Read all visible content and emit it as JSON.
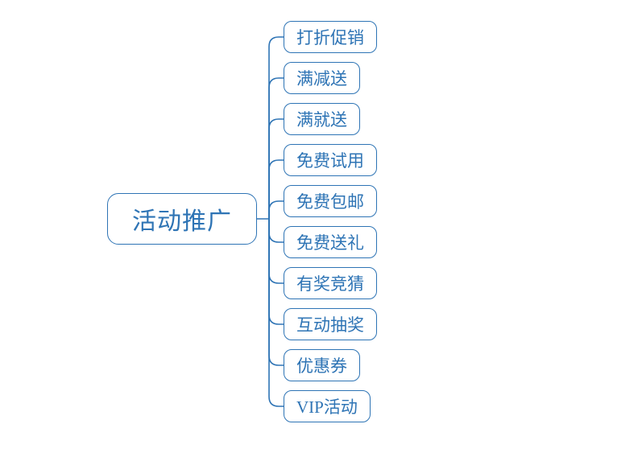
{
  "diagram": {
    "type": "mindmap",
    "root": {
      "label": "活动推广"
    },
    "children": [
      {
        "label": "打折促销"
      },
      {
        "label": "满减送"
      },
      {
        "label": "满就送"
      },
      {
        "label": "免费试用"
      },
      {
        "label": "免费包邮"
      },
      {
        "label": "免费送礼"
      },
      {
        "label": "有奖竞猜"
      },
      {
        "label": "互动抽奖"
      },
      {
        "label": "优惠券"
      },
      {
        "label": "VIP活动"
      }
    ],
    "colors": {
      "line": "#2e74b5",
      "text": "#2e74b5",
      "node_fill": "#ffffff",
      "background": "#ffffff"
    }
  }
}
